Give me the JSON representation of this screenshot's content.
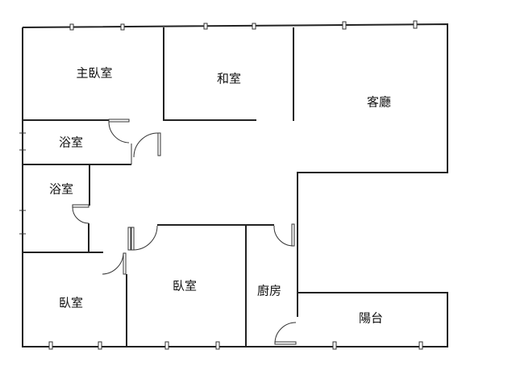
{
  "rooms": {
    "master_bedroom": "主臥室",
    "japanese_room": "和室",
    "living_room": "客廳",
    "bathroom_1": "浴室",
    "bathroom_2": "浴室",
    "bedroom_1": "臥室",
    "bedroom_2": "臥室",
    "kitchen": "廚房",
    "balcony": "陽台"
  }
}
